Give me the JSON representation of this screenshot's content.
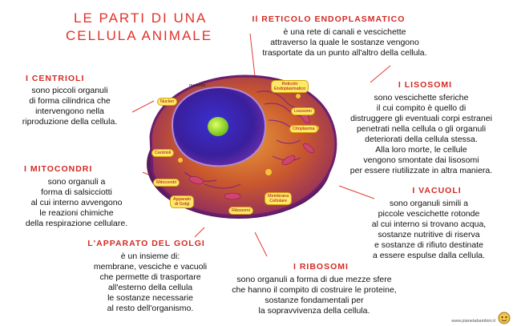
{
  "title": {
    "line1": "LE   PARTI   DI   UNA",
    "line2": "CELLULA    ANIMALE"
  },
  "sections": {
    "reticolo": {
      "heading": "Il   RETICOLO   ENDOPLASMATICO",
      "text": [
        "è una rete di canali e vescichette",
        "attraverso la quale le sostanze vengono",
        "trasportate da un punto all'altro della cellula."
      ]
    },
    "centrioli": {
      "heading": "I   CENTRIOLI",
      "text": [
        "sono piccoli organuli",
        "di forma cilindrica che",
        "intervengono nella",
        "riproduzione della cellula."
      ]
    },
    "lisosomi": {
      "heading": "I   LISOSOMI",
      "text": [
        "sono vescichette sferiche",
        "il cui compito è quello di",
        "distruggere gli eventuali corpi estranei",
        "penetrati nella cellula o gli organuli",
        "deteriorati della cellula stessa.",
        "Alla loro morte, le cellule",
        "vengono smontate dai lisosomi",
        "per essere riutilizzate in altra maniera."
      ]
    },
    "mitocondri": {
      "heading": "I   MITOCONDRI",
      "text": [
        "sono organuli a",
        "forma di salsicciotti",
        "al cui interno avvengono",
        "le reazioni chimiche",
        "della respirazione cellulare."
      ]
    },
    "vacuoli": {
      "heading": "I   VACUOLI",
      "text": [
        "sono organuli simili a",
        "piccole vescichette rotonde",
        "al cui interno si trovano acqua,",
        "sostanze nutritive di riserva",
        "e sostanze di rifiuto destinate",
        "a essere espulse dalla cellula."
      ]
    },
    "golgi": {
      "heading": "L'APPARATO   DEL   GOLGI",
      "text": [
        "è un insieme di:",
        "membrane, vesciche e vacuoli",
        "che permette di trasportare",
        "all'esterno della cellula",
        "le sostanze necessarie",
        "al resto dell'organismo."
      ]
    },
    "ribosomi": {
      "heading": "I   RIBOSOMI",
      "text": [
        "sono organuli a forma di due mezze sfere",
        "che hanno il compito di costruire le proteine,",
        "sostanze fondamentali per",
        "la sopravvivenza della cellula."
      ]
    }
  },
  "diagram_labels": {
    "nucleolo": "nucleolo",
    "nucleo": "Nucleo",
    "reticolo": "Reticolo\nEndoplasmatico",
    "lisosomi": "Lisosomi",
    "citoplasma": "Citoplasma",
    "centrioli": "Centrioli",
    "mitocondri": "Mitocondri",
    "golgi": "Apparato\ndi Golgi",
    "ribosomi": "Ribosomi",
    "membrana": "Membrana\nCellulare"
  },
  "watermark": "www.pianetabambini.it",
  "colors": {
    "heading": "#d42a23",
    "title": "#e0312b",
    "leader": "#e23a2f",
    "label_bg": "#ffe86a"
  }
}
